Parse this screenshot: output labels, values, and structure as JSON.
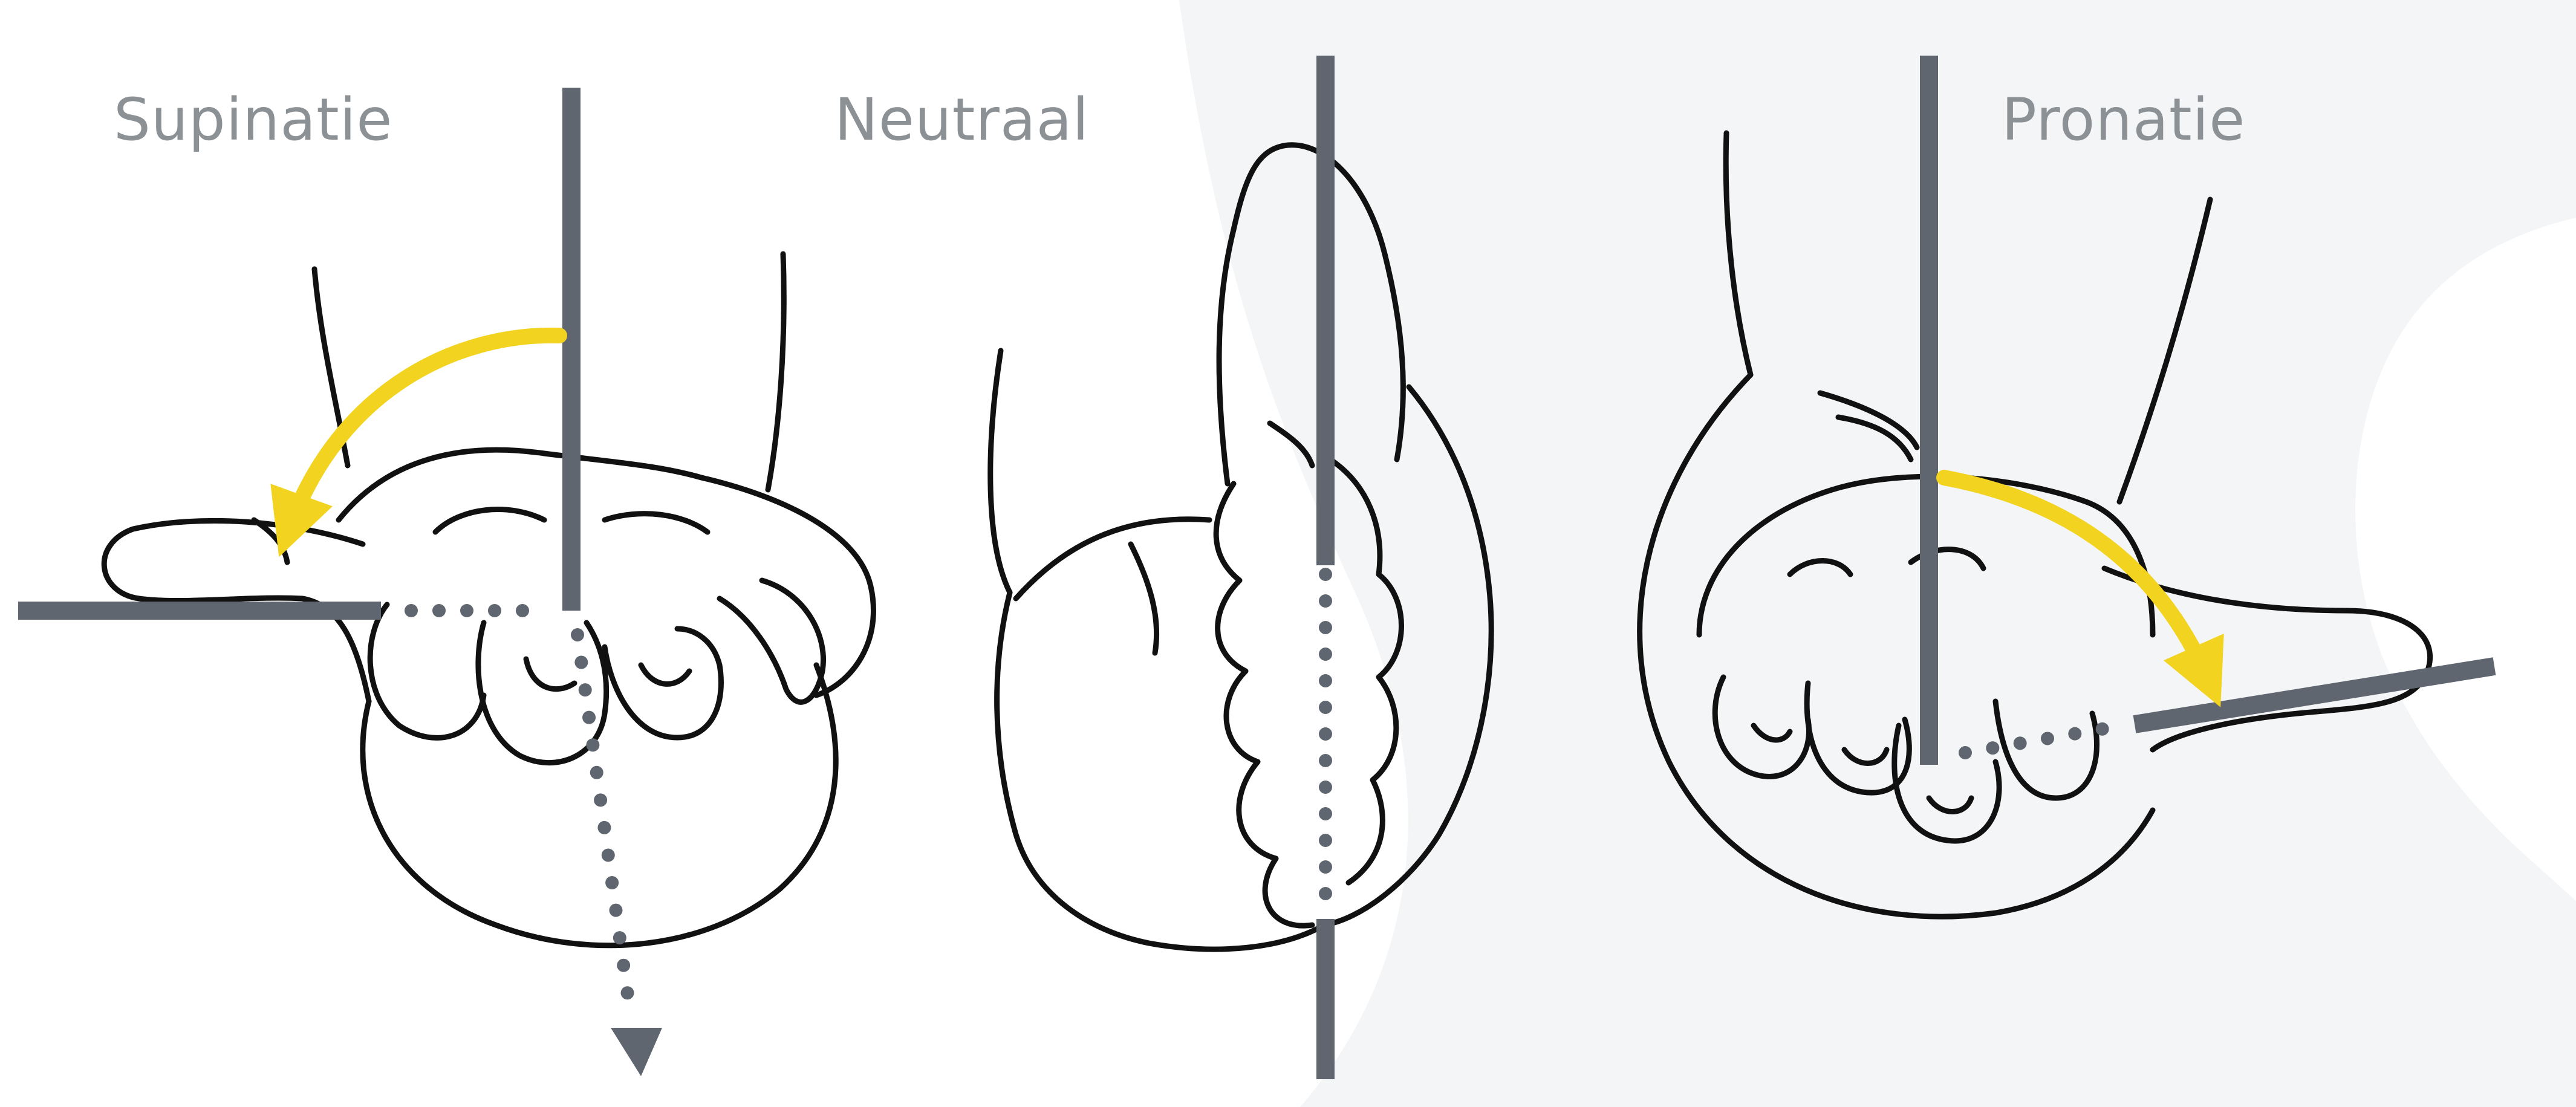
{
  "labels": {
    "supination": "Supinatie",
    "neutral": "Neutraal",
    "pronation": "Pronatie"
  },
  "colors": {
    "label_text": "#8c9196",
    "reference_line": "#5f6670",
    "rotation_arrow": "#f2d31f",
    "outline": "#111111",
    "background_panel": "#f4f5f7"
  },
  "icons": {
    "supination_hand": "fist-palm-up-illustration",
    "neutral_hand": "fist-thumb-up-illustration",
    "pronation_hand": "fist-palm-down-illustration"
  }
}
